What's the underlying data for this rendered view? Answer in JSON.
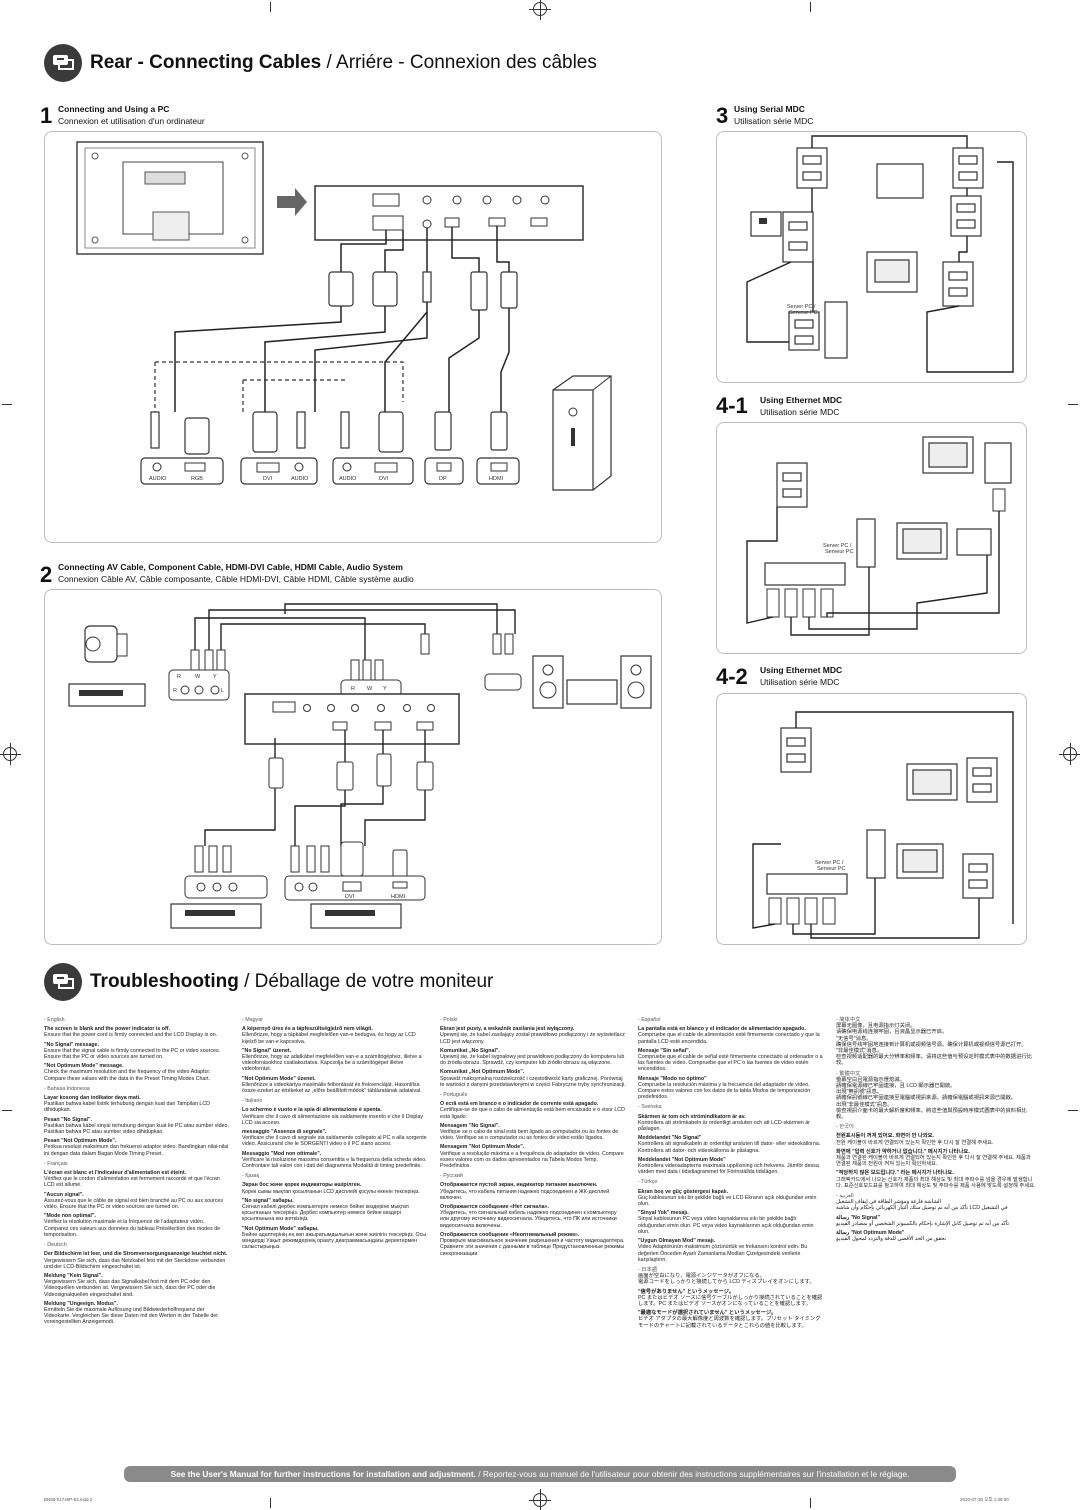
{
  "section1": {
    "title_bold": "Rear - Connecting Cables",
    "title_sep": " / ",
    "title_rest": "Arriére - Connexion des câbles"
  },
  "step1": {
    "num": "1",
    "title": "Connecting and Using a PC",
    "sub": "Connexion et utilisation d'un ordinateur"
  },
  "step2": {
    "num": "2",
    "title": "Connecting AV Cable, Component Cable, HDMI-DVI Cable, HDMI Cable, Audio System",
    "sub": "Connexion Câble AV, Câble composante, Câble HDMI-DVI, Câble HDMI, Câble système audio"
  },
  "step3": {
    "num": "3",
    "title": "Using Serial MDC",
    "sub": "Utilisation série MDC"
  },
  "step41": {
    "num": "4-1",
    "title": "Using Ethernet MDC",
    "sub": "Utilisation série MDC"
  },
  "step42": {
    "num": "4-2",
    "title": "Using Ethernet MDC",
    "sub": "Utilisation série MDC"
  },
  "server_label": [
    "Server PC /",
    "Serveur PC"
  ],
  "ports1": [
    "AUDIO",
    "RGB",
    "DVI",
    "AUDIO",
    "AUDIO",
    "DVI",
    "DP",
    "HDMI"
  ],
  "ports2": [
    "DVI",
    "HDMI"
  ],
  "rwy": [
    "R",
    "W",
    "Y"
  ],
  "rl": [
    "R",
    "L"
  ],
  "section2": {
    "title_bold": "Troubleshooting",
    "title_sep": " / ",
    "title_rest": "Déballage de votre moniteur"
  },
  "trouble": {
    "col1": [
      {
        "t": "lang",
        "v": "- English"
      },
      {
        "t": "h",
        "v": "The screen is blank and the power indicator is off."
      },
      {
        "t": "p",
        "v": "Ensure that the power cord is firmly connected and the LCD Display is on."
      },
      {
        "t": "h",
        "v": "\"No Signal\" message."
      },
      {
        "t": "p",
        "v": "Ensure that the signal cable is firmly connected to the PC or video sources. Ensure that the PC or video sources are turned on."
      },
      {
        "t": "h",
        "v": "\"Not Optimum Mode\" message."
      },
      {
        "t": "p",
        "v": "Check the maximum resolution and the frequency of the video Adaptor. Compare these values with the data in the Preset Timing Modes Chart."
      },
      {
        "t": "lang",
        "v": "- Bahasa Indonesia"
      },
      {
        "t": "h",
        "v": "Layar kosong dan indikator daya mati."
      },
      {
        "t": "p",
        "v": "Pastikan bahwa kabel listrik terhubung dengan kuat dan Tampilan LCD dihidupkan."
      },
      {
        "t": "h",
        "v": "Pesan \"No Signal\"."
      },
      {
        "t": "p",
        "v": "Pastikan bahwa kabel sinyal terhubung dengan kuat ke PC atau sumber video. Pastikan bahwa PC atau sumber video dihidupkan."
      },
      {
        "t": "h",
        "v": "Pesan \"Not Optimum Mode\"."
      },
      {
        "t": "p",
        "v": "Periksa resolusi maksimum dan frekuensi adaptor video. Bandingkan nilai-nilai ini dengan data dalam Bagan Mode Timing Preset."
      },
      {
        "t": "lang",
        "v": "- Français"
      },
      {
        "t": "h",
        "v": "L'écran est blanc et l'indicateur d'alimentation est éteint."
      },
      {
        "t": "p",
        "v": "Vérifiez que le cordon d'alimentation est fermement raccordé et que l'écran LCD est allumé."
      },
      {
        "t": "h",
        "v": "\"Aucun signal\"."
      },
      {
        "t": "p",
        "v": "Assurez-vous que le câble de signal est bien branché au PC ou aux sources vidéo. Ensure that the PC or video sources are turned on."
      },
      {
        "t": "h",
        "v": "\"Mode non optimal\"."
      },
      {
        "t": "p",
        "v": "Vérifiez la résolution maximale et la fréquence de l'adaptateur vidéo. Comparez ces valeurs aux données du tableau Présélection des modes de temporisation."
      },
      {
        "t": "lang",
        "v": "- Deutsch"
      },
      {
        "t": "h",
        "v": "Der Bildschirm ist leer, und die Stromversorgungsanzeige leuchtet nicht."
      },
      {
        "t": "p",
        "v": "Vergewissern Sie sich, dass das Netzkabel fest mit der Steckdose verbunden und der LCD-Bildschirm eingeschaltet ist."
      },
      {
        "t": "h",
        "v": "Meldung \"Kein Signal\"."
      },
      {
        "t": "p",
        "v": "Vergewissern Sie sich, dass das Signalkabel fest mit dem PC oder den Videoquellen verbunden ist. Vergewissern Sie sich, dass der PC oder die Videosignalquellen eingeschaltet sind."
      },
      {
        "t": "h",
        "v": "Meldung \"Ungeeign. Modus\"."
      },
      {
        "t": "p",
        "v": "Ermitteln Sie die maximale Auflösung und Bildwiederholfrequenz der Videokarte. Vergleichen Sie diese Daten mit den Werten in der Tabelle der voreingestellten Anzeigemodi."
      }
    ],
    "col2": [
      {
        "t": "lang",
        "v": "- Magyar"
      },
      {
        "t": "h",
        "v": "A képernyő üres és a tápfeszültségjelző nem világít."
      },
      {
        "t": "p",
        "v": "Ellenőrizze, hogy a tápkábel megfelelően van-e bedugva, és hogy az LCD kijelző be van-e kapcsolva."
      },
      {
        "t": "h",
        "v": "\"No Signal\" üzenet."
      },
      {
        "t": "p",
        "v": "Ellenőrizze, hogy az adatkábel megfelelően van-e a számítógéphez, illetve a videoforrásokhoz csatlakoztatva. Kapcsolja be a számítógépet illetve videoforrást."
      },
      {
        "t": "h",
        "v": "\"Not Optimum Mode\" üzenet."
      },
      {
        "t": "p",
        "v": "Ellenőrizze a videokártya maximális felbontását és frekvenciáját. Hasonlítsa össze ezeket az értékeket az „előre beállított módok\" táblázatának adataival."
      },
      {
        "t": "lang",
        "v": "- Italiano"
      },
      {
        "t": "h",
        "v": "Lo schermo è vuoto e la spia di alimentazione è spenta."
      },
      {
        "t": "p",
        "v": "Verificare che il cavo di alimentazione sia saldamente inserito e che il Display LCD sia acceso."
      },
      {
        "t": "h",
        "v": "messaggio \"Assenza di segnale\"."
      },
      {
        "t": "p",
        "v": "Verificare che il cavo di segnale sia saldamente collegato al PC o alla sorgente video. Assicurarsi che le SORGENTI video o il PC siano accesi."
      },
      {
        "t": "h",
        "v": "Messaggio \"Mod non ottimale\"."
      },
      {
        "t": "p",
        "v": "Verificare la risoluzione massima consentita e la frequenza della scheda video. Confrontare tali valori con i dati del diagramma Modalità di timing predefinite."
      },
      {
        "t": "lang",
        "v": "- Қазақ"
      },
      {
        "t": "h",
        "v": "Экран бос және қорек индикаторы өшірілген."
      },
      {
        "t": "p",
        "v": "Қорек сымы мықтап қосылғанын LCD дисплейі қосулы екенін тексеріңіз."
      },
      {
        "t": "h",
        "v": "\"No signal\" хабары."
      },
      {
        "t": "p",
        "v": "Сигнал кабелі дербес компьютерге немесе бейне көздеріне мықтап қосылғанын тексеріңіз. Дербес компьютер немесе бейне көздері қосылғанына көз жеткізіңіз."
      },
      {
        "t": "h",
        "v": "\"Not Optimum Mode\" хабары."
      },
      {
        "t": "p",
        "v": "Бейне адаптерінің ең көп ажыратымдылығын және жиілігін тексеріңіз. Осы мәндерді Уақыт режимдерінің ораату диаграммасындағы деректермен салыстырыңыз."
      }
    ],
    "col3": [
      {
        "t": "lang",
        "v": "- Polski"
      },
      {
        "t": "h",
        "v": "Ekran jest pusty, a wskaźnik zasilania jest wyłączony."
      },
      {
        "t": "p",
        "v": "Upewnij się, że kabel zasilający został prawidłowo podłączony i że wyświetlacz LCD jest włączony."
      },
      {
        "t": "h",
        "v": "Komunikat „No Signal\"."
      },
      {
        "t": "p",
        "v": "Upewnij się, że kabel sygnałowy jest prawidłowo podłączony do komputera lub do źródła obrazu. Sprawdź, czy komputer lub źródło obrazu są włączone."
      },
      {
        "t": "h",
        "v": "Komunikat „Not Optimum Mode\"."
      },
      {
        "t": "p",
        "v": "Sprawdź maksymalną rozdzielczość i częstotliwość karty graficznej. Porównaj te wartości z danymi przedstawionymi w części Fabryczne tryby synchronizacji."
      },
      {
        "t": "lang",
        "v": "- Português"
      },
      {
        "t": "h",
        "v": "O ecrã está em branco e o indicador de corrente está apagado."
      },
      {
        "t": "p",
        "v": "Certifique-se de que o cabo de alimentação está bem encaixado e o visor LCD está ligado."
      },
      {
        "t": "h",
        "v": "Mensagem \"No Signal\"."
      },
      {
        "t": "p",
        "v": "Verifique se o cabo de sinal está bem ligado ao computador ou às fontes de vídeo. Verifique se o computador ou as fontes de vídeo estão ligados."
      },
      {
        "t": "h",
        "v": "Mensagem \"Not Optimum Mode\"."
      },
      {
        "t": "p",
        "v": "Verifique a resolução máxima e a frequência do adaptador de vídeo. Compare esses valores com os dados apresentados na Tabela Modos Temp. Predefinidos."
      },
      {
        "t": "lang",
        "v": "- Русский"
      },
      {
        "t": "h",
        "v": "Отображается пустой экран, индикатор питания выключен."
      },
      {
        "t": "p",
        "v": "Убедитесь, что кабель питания надежно подсоединен и ЖК-дисплей включен."
      },
      {
        "t": "h",
        "v": "Отображается сообщение «Нет сигнала»."
      },
      {
        "t": "p",
        "v": "Убедитесь, что сигнальный кабель надежно подсоединен к компьютеру или другому источнику видеосигнала. Убедитесь, что ПК или источники видеосигнала включены."
      },
      {
        "t": "h",
        "v": "Отображается сообщение «Неоптимальный режим»."
      },
      {
        "t": "p",
        "v": "Проверьте максимальное значение разрешения и частоту видеоадаптера. Сравните эти значения с данными в таблице Предустановленные режимы синхронизации."
      }
    ],
    "col4": [
      {
        "t": "lang",
        "v": "- Español"
      },
      {
        "t": "h",
        "v": "La pantalla está en blanco y el indicador de alimentación apagado."
      },
      {
        "t": "p",
        "v": "Compruebe que el cable de alimentación esté firmemente conectado y que la pantalla LCD esté encendida."
      },
      {
        "t": "h",
        "v": "Mensaje \"Sin señal\"."
      },
      {
        "t": "p",
        "v": "Compruebe que el cable de señal esté firmemente conectado al ordenador o a las fuentes de vídeo. Compruebe que el PC o las fuentes de vídeo estén encendidos."
      },
      {
        "t": "h",
        "v": "Mensaje \"Modo no óptimo\""
      },
      {
        "t": "p",
        "v": "Compruebe la resolución máxima y la frecuencia del adaptador de vídeo. Compare estos valores con los datos de la tabla Modos de temporización predefinidos."
      },
      {
        "t": "lang",
        "v": "- Svenska"
      },
      {
        "t": "h",
        "v": "Skärmen är tom och strömindikatorn är av."
      },
      {
        "t": "p",
        "v": "Kontrollera att strömkabeln är ordentligt ansluten och att LCD-skärmen är påslagen."
      },
      {
        "t": "h",
        "v": "Meddelandet \"No Signal\""
      },
      {
        "t": "p",
        "v": "Kontrollera att signalkabeln är ordentligt ansluten till dator- eller videokällorna. Kontrollera att dator- och videokällorna är påslagna."
      },
      {
        "t": "h",
        "v": "Meddelandet \"Not Optimum Mode\""
      },
      {
        "t": "p",
        "v": "Kontrollera videoadapterns maximala upplösning och frekvens. Jämför dessa värden med data i tidsdiagrammet för Förinställda tidslägen."
      },
      {
        "t": "lang",
        "v": "- Türkçe"
      },
      {
        "t": "h",
        "v": "Ekran boş ve güç göstergesi kapalı."
      },
      {
        "t": "p",
        "v": "Güç kablosunun sıkı bir şekilde bağlı ve LCD Ekranın açık olduğundan emin olun."
      },
      {
        "t": "h",
        "v": "\"Sinyal Yok\" mesajı."
      },
      {
        "t": "p",
        "v": "Sinyal kablosunun PC veya video kaynaklarına sıkı bir şekilde bağlı olduğundan emin olun. PC veya video kaynaklarının açık olduğundan emin olun."
      },
      {
        "t": "h",
        "v": "\"Uygun Olmayan Mod\" mesajı."
      },
      {
        "t": "p",
        "v": "Video Adaptörünün maksimum çözünürlük ve frekansını kontrol edin. Bu değerleri Önceden Ayarlı Zamanlama Modları Çizelgesindeki verilerle karşılaştırın."
      },
      {
        "t": "lang",
        "v": "- 日本語"
      },
      {
        "t": "p",
        "v": "画面が空白になり、電源インジケータがオフになる。"
      },
      {
        "t": "p",
        "v": "電源コードをしっかりと接続してから LCD ディスプレイをオンにします。"
      },
      {
        "t": "h",
        "v": "\"信号がありません\" というメッセージ。"
      },
      {
        "t": "p",
        "v": "PC またはビデオ ソースに信号ケーブルがしっかり接続されていることを確認します。PC またはビデオ ソースがオンになっていることを確認します。"
      },
      {
        "t": "h",
        "v": "\"最適なモードが選択されていません\" というメッセージ。"
      },
      {
        "t": "p",
        "v": "ビデオ アダプタの最大解像度と周波数を確認します。プリセット タイミング モードのチャートに記載されているデータとこれらの値を比較します。"
      }
    ],
    "col5": [
      {
        "t": "lang",
        "v": "- 简体中文"
      },
      {
        "t": "p",
        "v": "屏幕无图像，且电源指示灯关闭。"
      },
      {
        "t": "p",
        "v": "请确保电源线连接牢固，且液晶显示器已开启。"
      },
      {
        "t": "p",
        "v": "\"无信号\"消息。"
      },
      {
        "t": "p",
        "v": "确保信号线牢固地连接到计算机或视频信号源。确保计算机或视频信号源已打开。"
      },
      {
        "t": "p",
        "v": "\"非最佳模式\"消息。"
      },
      {
        "t": "p",
        "v": "检查视频适配器的最大分辨率和频率。请将这些值与预设定时模式表中的数据进行比较。"
      },
      {
        "t": "lang",
        "v": "- 繁體中文"
      },
      {
        "t": "p",
        "v": "螢幕空白且電源指示燈熄滅。"
      },
      {
        "t": "p",
        "v": "請確保電源線已牢固連接，且 LCD 顯示器已開啟。"
      },
      {
        "t": "p",
        "v": "出現\"無訊號\"訊息。"
      },
      {
        "t": "p",
        "v": "請確保訊號線已牢固連接至電腦或視訊來源。請確保電腦或視訊來源已開啟。"
      },
      {
        "t": "p",
        "v": "出現\"非最佳模式\"訊息。"
      },
      {
        "t": "p",
        "v": "檢查視訊介面卡的最大解析度和頻率。將這些值與預設時序模式圖表中的資料相比較。"
      },
      {
        "t": "lang",
        "v": "- 한국어"
      },
      {
        "t": "h",
        "v": "전원표시등이 꺼져 있어요. 화면이 안 나와요."
      },
      {
        "t": "p",
        "v": "전원 케이블이 바르게 연결되어 있는지 확인한 후 다시 잘 연결해 주세요."
      },
      {
        "t": "h",
        "v": "화면에 \"입력 신호가 약하거나 없습니다.\" 메시지가 나타나요."
      },
      {
        "t": "p",
        "v": "제품과 연결된 케이블이 바르게 연결되어 있는지 확인한 후 다시 잘 연결해 주세요. 제품과 연결된 제품의 전원이 켜져 있는지 확인하세요."
      },
      {
        "t": "h",
        "v": "\"적당하지 않은 모드입니다.\" 라는 메시지가 나타나요."
      },
      {
        "t": "p",
        "v": "그래픽카드에서 나오는 신호가 제품의 최대 해상도 및 최대 주파수를 넘을 경우에 발생합니다. 표준신호모드표를 참고하여 최대 해상도 및 주파수를 제품 사용에 맞도록 설정해 주세요."
      },
      {
        "t": "lang",
        "v": "- العربية"
      },
      {
        "t": "p",
        "v": "الشاشة فارغة ومؤشر الطاقة في إيقاف التشغيل"
      },
      {
        "t": "p",
        "v": "تأكد من أنه تم توصيل سلك التيار الكهربائي بإحكام وأن شاشة LCD في التشغيل"
      },
      {
        "t": "h",
        "v": "رسالة \"No Signal\""
      },
      {
        "t": "p",
        "v": "تأكد من أنه تم توصيل كابل الإشارة بإحكام بالكمبيوتر الشخصي أو بمصادر الفيديو"
      },
      {
        "t": "h",
        "v": "رسالة \"Not Optimum Mode\""
      },
      {
        "t": "p",
        "v": "تحقق من الحد الأقصى للدقة والتردد لمحول الفيديو"
      }
    ]
  },
  "bottom": {
    "bold": "See the User's Manual for further instructions for installation and adjustment.",
    "rest": " / Reportez-vous au manuel de l'utilisateur pour obtenir des instructions supplémentaires sur l'installation et le réglage."
  },
  "footer_left": "BN68-01746P-04.indd 2",
  "footer_right": "2010-07-30   오후 1:38:30"
}
